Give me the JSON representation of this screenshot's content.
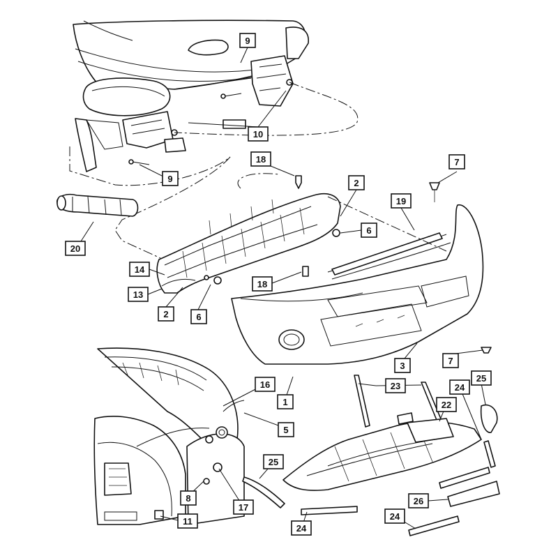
{
  "callouts": [
    {
      "id": "c-9-top",
      "label": "9"
    },
    {
      "id": "c-10",
      "label": "10"
    },
    {
      "id": "c-18-top",
      "label": "18"
    },
    {
      "id": "c-7-top",
      "label": "7"
    },
    {
      "id": "c-2-top",
      "label": "2"
    },
    {
      "id": "c-9-mid",
      "label": "9"
    },
    {
      "id": "c-19",
      "label": "19"
    },
    {
      "id": "c-6-right",
      "label": "6"
    },
    {
      "id": "c-20",
      "label": "20"
    },
    {
      "id": "c-14",
      "label": "14"
    },
    {
      "id": "c-18-mid",
      "label": "18"
    },
    {
      "id": "c-13",
      "label": "13"
    },
    {
      "id": "c-2-low",
      "label": "2"
    },
    {
      "id": "c-6-low",
      "label": "6"
    },
    {
      "id": "c-7-low",
      "label": "7"
    },
    {
      "id": "c-3",
      "label": "3"
    },
    {
      "id": "c-16",
      "label": "16"
    },
    {
      "id": "c-23",
      "label": "23"
    },
    {
      "id": "c-24-top",
      "label": "24"
    },
    {
      "id": "c-25-top",
      "label": "25"
    },
    {
      "id": "c-1",
      "label": "1"
    },
    {
      "id": "c-22",
      "label": "22"
    },
    {
      "id": "c-5",
      "label": "5"
    },
    {
      "id": "c-25-low",
      "label": "25"
    },
    {
      "id": "c-8",
      "label": "8"
    },
    {
      "id": "c-17",
      "label": "17"
    },
    {
      "id": "c-26",
      "label": "26"
    },
    {
      "id": "c-11",
      "label": "11"
    },
    {
      "id": "c-24-mid",
      "label": "24"
    },
    {
      "id": "c-24-low",
      "label": "24"
    }
  ]
}
